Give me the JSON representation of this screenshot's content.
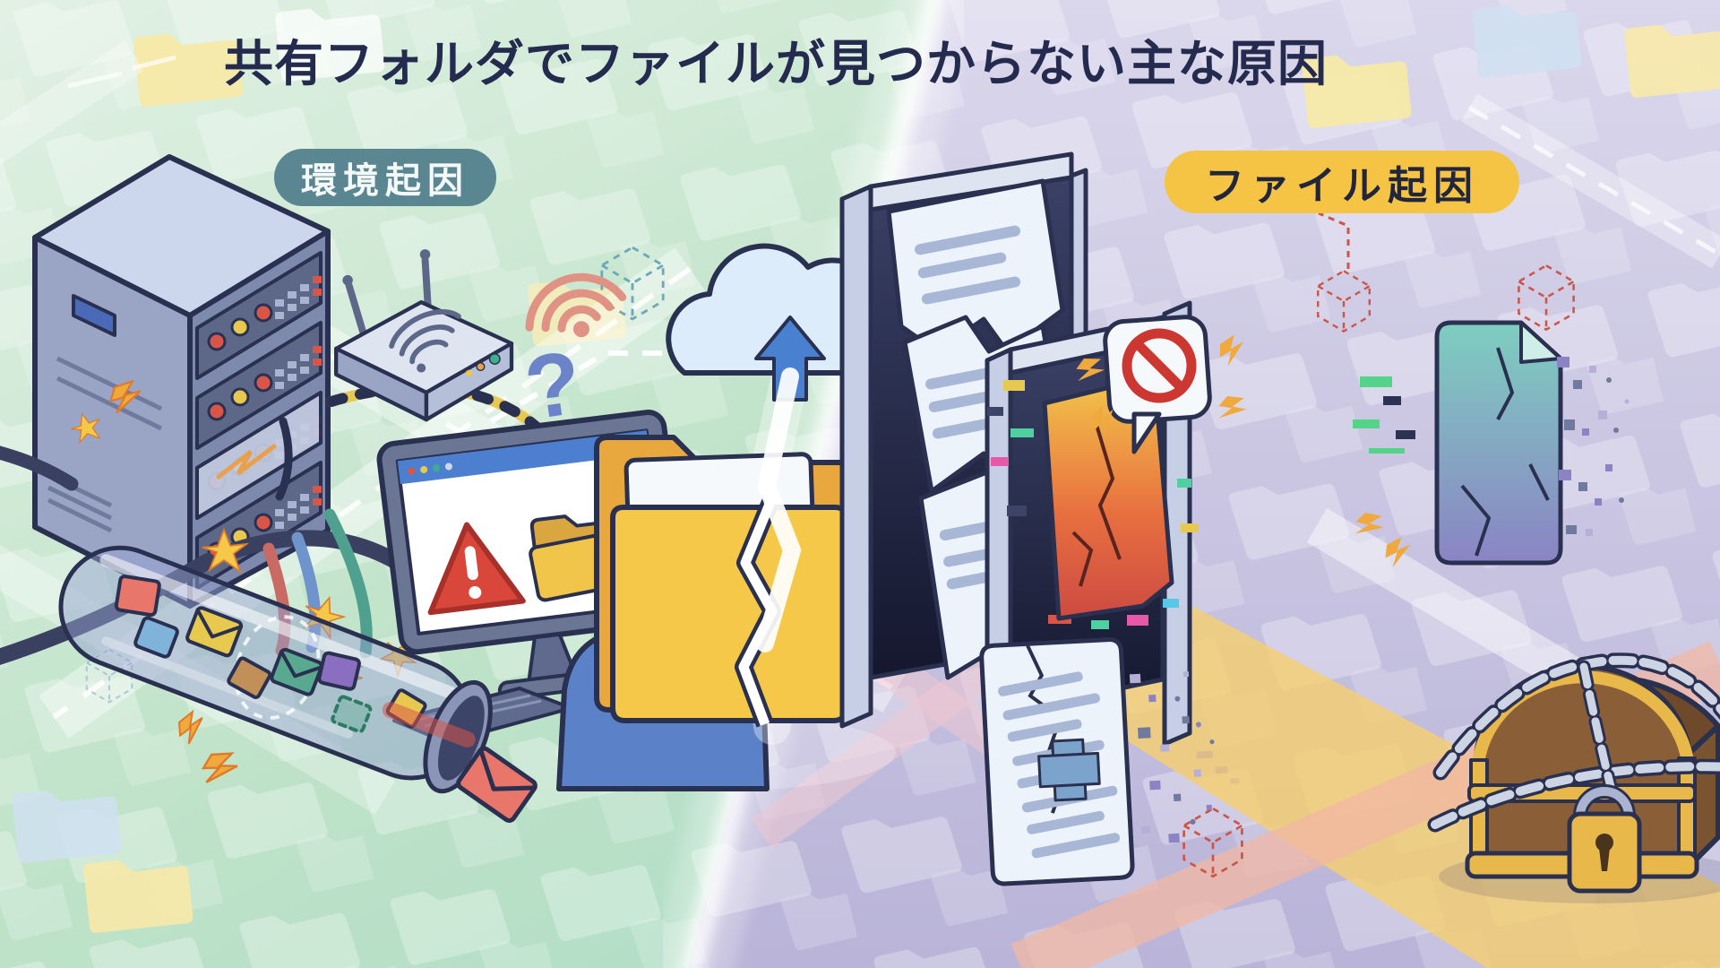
{
  "title": "共有フォルダでファイルが見つからない主な原因",
  "sections": {
    "left": {
      "label": "環境起因",
      "theme_color": "#54808d",
      "icons": [
        "server-rack",
        "broken-cables",
        "spark",
        "wifi-router",
        "wifi-signal",
        "error-monitor",
        "warning-triangle",
        "folder",
        "confused-user",
        "question-mark",
        "data-pipe",
        "envelopes"
      ]
    },
    "right": {
      "label": "ファイル起因",
      "theme_color": "#f6c445",
      "icons": [
        "doorway",
        "torn-document",
        "corrupted-file",
        "access-denied-bubble",
        "prohibition-sign",
        "dissolving-file",
        "glitch-pixels",
        "chained-treasure-chest",
        "padlock",
        "dissolving-document",
        "dashed-cube"
      ]
    }
  },
  "icons": {
    "question_mark": "?"
  },
  "colors": {
    "title_text": "#252b4e",
    "environment_badge_bg": "#54808d",
    "environment_badge_text": "#f4f8f7",
    "file_badge_bg": "#f6c445",
    "file_badge_text": "#22263c",
    "left_background": "#bfe3c8",
    "right_background": "#c3bedd",
    "outline": "#2a3050",
    "warning_red": "#d9473b",
    "folder_yellow": "#f4c04a",
    "cloud_blue": "#dcecfa",
    "arrow_blue": "#4a80d0",
    "spark_orange": "#f0a93c",
    "chain_silver": "#cdd5e4",
    "chest_brown": "#8a5f38",
    "gold": "#e9b84b",
    "prohibition_red": "#cc3732"
  }
}
